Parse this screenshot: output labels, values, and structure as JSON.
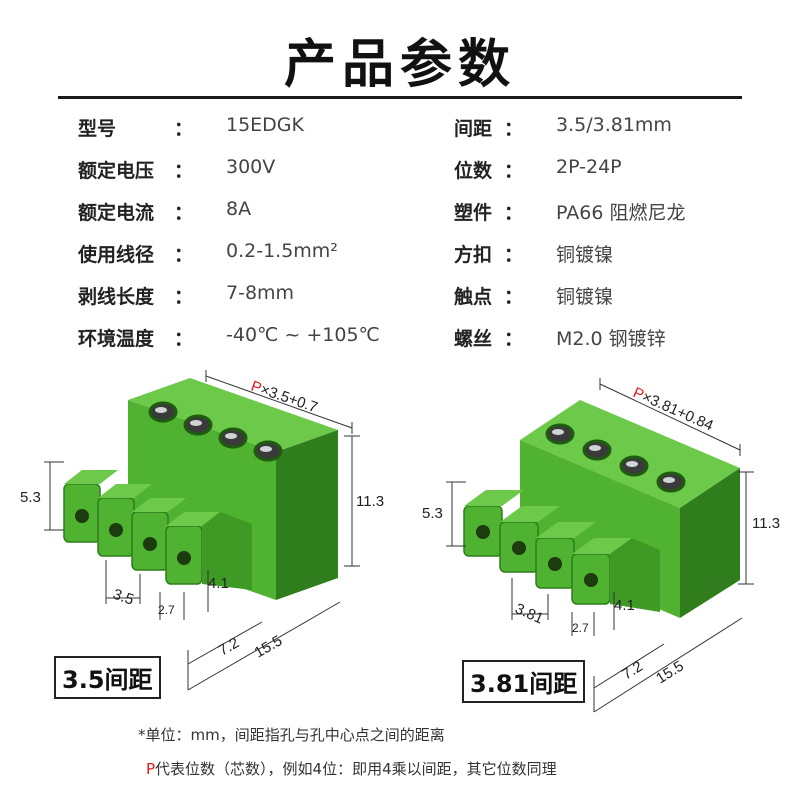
{
  "title": "产品参数",
  "specs_left": [
    {
      "label": "型号",
      "value": "15EDGK"
    },
    {
      "label": "额定电压",
      "value": "300V"
    },
    {
      "label": "额定电流",
      "value": "8A"
    },
    {
      "label": "使用线径",
      "value": "0.2-1.5mm²"
    },
    {
      "label": "剥线长度",
      "value": "7-8mm"
    },
    {
      "label": "环境温度",
      "value": "-40℃ ~ +105℃"
    }
  ],
  "specs_right": [
    {
      "label": "间距",
      "value": "3.5/3.81mm"
    },
    {
      "label": "位数",
      "value": "2P-24P"
    },
    {
      "label": "塑件",
      "value": "PA66 阻燃尼龙"
    },
    {
      "label": "方扣",
      "value": "铜镀镍"
    },
    {
      "label": "触点",
      "value": "铜镀镍"
    },
    {
      "label": "螺丝",
      "value": "M2.0 钢镀锌"
    }
  ],
  "colon": "：",
  "left_diagram": {
    "label": "3.5间距",
    "top_dim_p": "P",
    "top_dim_rest": "×3.5+0.7",
    "dim_height": "11.3",
    "dim_side": "5.3",
    "dim_pitch": "3.5",
    "dim_hole": "4.1",
    "dim_small": "2.7",
    "dim_depth1": "7.2",
    "dim_depth2": "15.5"
  },
  "right_diagram": {
    "label": "3.81间距",
    "top_dim_p": "P",
    "top_dim_rest": "×3.81+0.84",
    "dim_height": "11.3",
    "dim_side": "5.3",
    "dim_pitch": "3.81",
    "dim_hole": "4.1",
    "dim_small": "2.7",
    "dim_depth1": "7.2",
    "dim_depth2": "15.5"
  },
  "notes": {
    "line1": "*单位：mm，间距指孔与孔中心点之间的距离",
    "line2_p": "P",
    "line2_rest": "代表位数（芯数），例如4位：即用4乘以间距，其它位数同理"
  },
  "colors": {
    "green": "#4fb230",
    "green_dark": "#2f7d1c",
    "green_light": "#6cc94a",
    "accent_red": "#e8141b"
  }
}
